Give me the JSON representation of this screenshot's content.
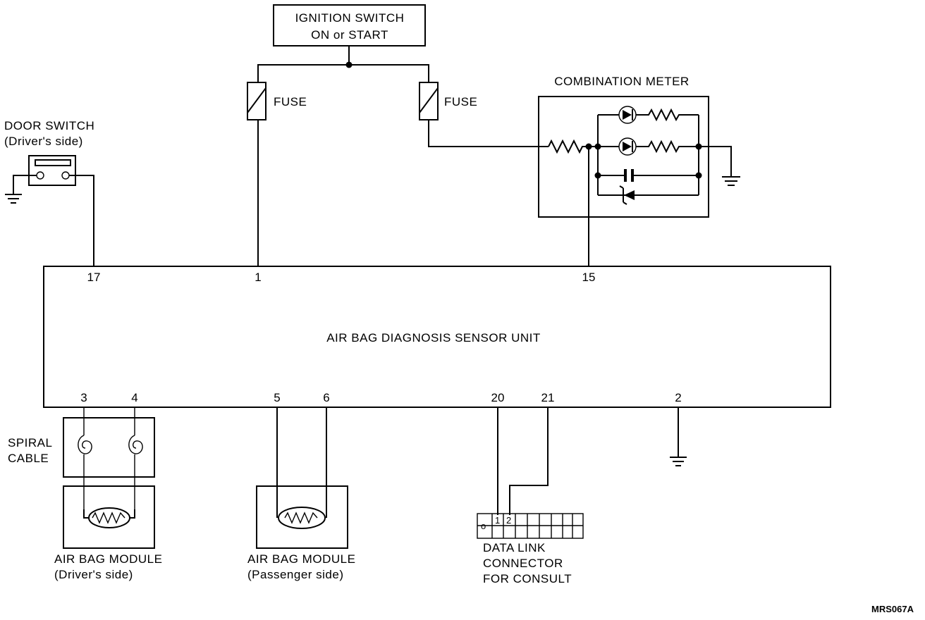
{
  "ignition": {
    "line1": "IGNITION  SWITCH",
    "line2": "ON  or  START"
  },
  "fuse_left": "FUSE",
  "fuse_right": "FUSE",
  "combination_meter": "COMBINATION METER",
  "door_switch": {
    "line1": "DOOR SWITCH",
    "line2": "(Driver's side)"
  },
  "sensor_unit": "AIR BAG DIAGNOSIS SENSOR UNIT",
  "pins": {
    "p17": "17",
    "p1": "1",
    "p15": "15",
    "p3": "3",
    "p4": "4",
    "p5": "5",
    "p6": "6",
    "p20": "20",
    "p21": "21",
    "p2": "2"
  },
  "spiral_cable": {
    "line1": "SPIRAL",
    "line2": "CABLE"
  },
  "airbag_driver": {
    "line1": "AIR BAG MODULE",
    "line2": "(Driver's side)"
  },
  "airbag_passenger": {
    "line1": "AIR BAG MODULE",
    "line2": "(Passenger side)"
  },
  "data_link": {
    "line1": "DATA LINK",
    "line2": "CONNECTOR",
    "line3": "FOR CONSULT",
    "cell_o": "o",
    "cell_1": "1",
    "cell_2": "2"
  },
  "figure_code": "MRS067A"
}
